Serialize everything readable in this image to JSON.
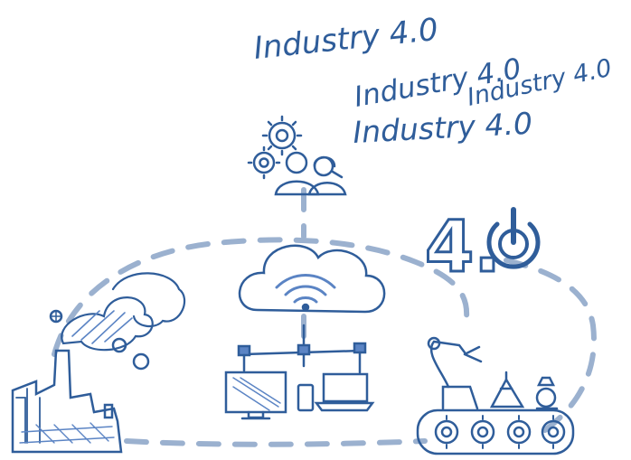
{
  "headings": [
    {
      "text": "Industry 4.0"
    },
    {
      "text": "Industry 4.0"
    },
    {
      "text": "Industry 4.0"
    },
    {
      "text": "Industry 4.0"
    }
  ],
  "badge": {
    "text": "4.",
    "icon": "power-icon"
  },
  "colors": {
    "ink": "#2f5d9a",
    "ink_light": "#5b84c4",
    "dash": "#9bb1cf"
  }
}
